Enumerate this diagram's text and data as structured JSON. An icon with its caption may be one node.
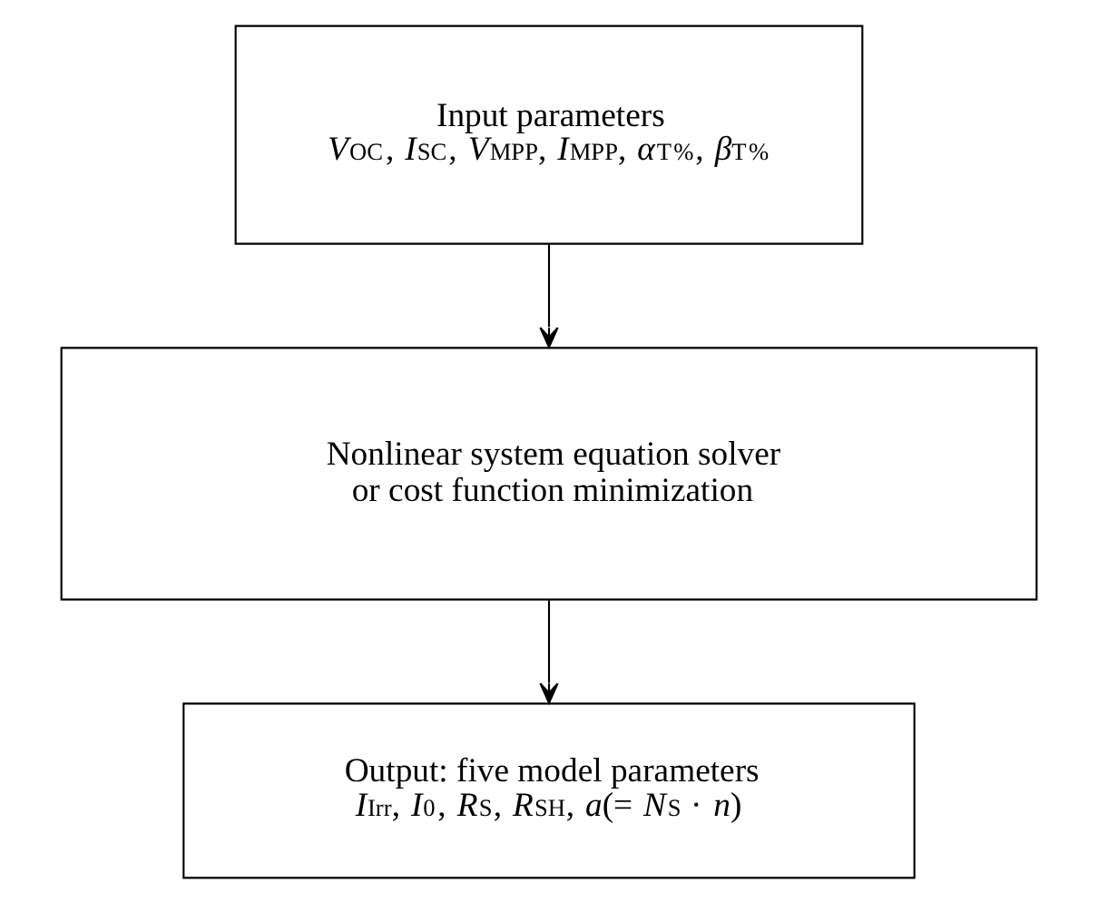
{
  "diagram": {
    "nodes": [
      {
        "text": [
          "Input parameters",
          "*V*$_{OC}$, *I*$_{SC}$, *V*$_{MPP}$, *I*$_{MPP}$, *α*$_{T}$$^{%}$, *β*$_{T}$$^{%}$"
        ]
      },
      {
        "text": [
          "Nonlinear system equation solver or cost function minimization"
        ]
      },
      {
        "text": [
          "Output: five model parameters",
          "*I*$_{Irr}$, *I*$_{0}$, *R*$_{S}$, *R*$_{SH}$, *a*(= *N*$_{S}$ · *n*)"
        ]
      }
    ],
    "edges": [
      {
        "from": 0,
        "to": 1,
        "arrow": "to"
      },
      {
        "from": 1,
        "to": 2,
        "arrow": "to"
      }
    ]
  }
}
